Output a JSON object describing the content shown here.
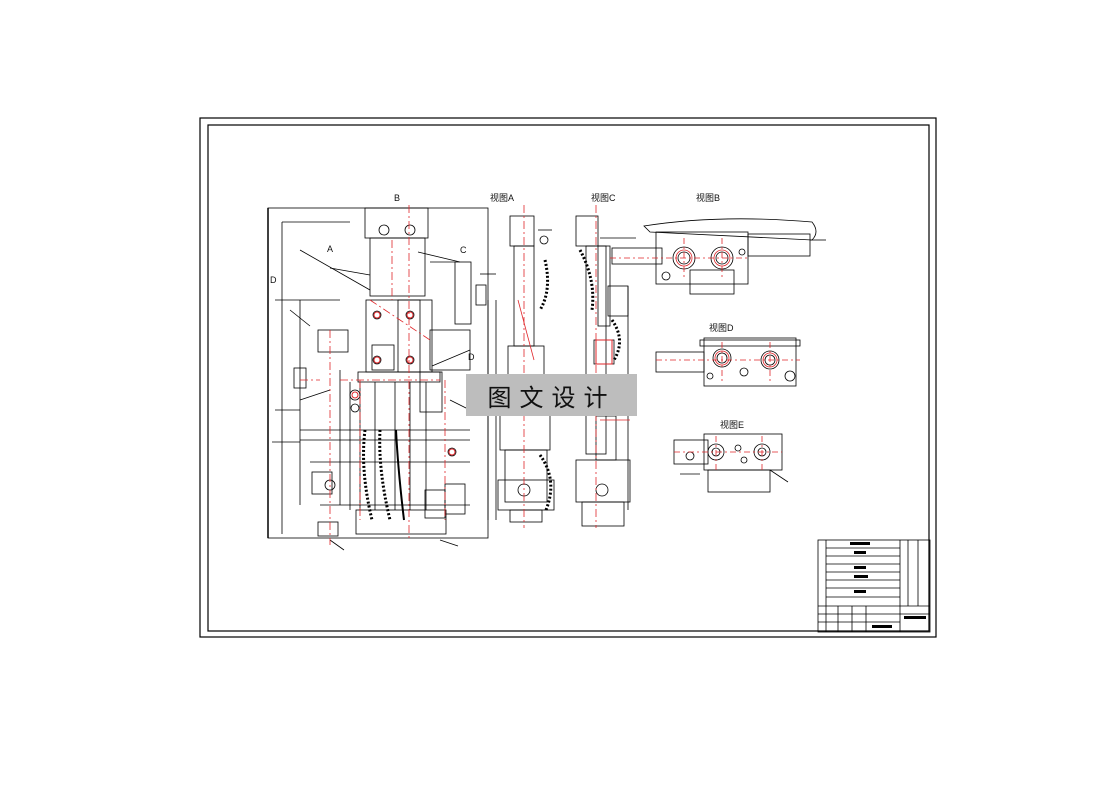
{
  "view_labels": {
    "arrow_b": "B",
    "view_a": "视图A",
    "view_c": "视图C",
    "view_b": "视图B",
    "view_d": "视图D",
    "view_e": "视图E",
    "arrow_a": "A",
    "arrow_c": "C",
    "arrow_d_left": "D",
    "arrow_d_right": "D"
  },
  "watermark": "图文设计",
  "colors": {
    "line": "#000000",
    "centerline": "#e0262a",
    "watermark_bg": "#bdbdbd"
  }
}
